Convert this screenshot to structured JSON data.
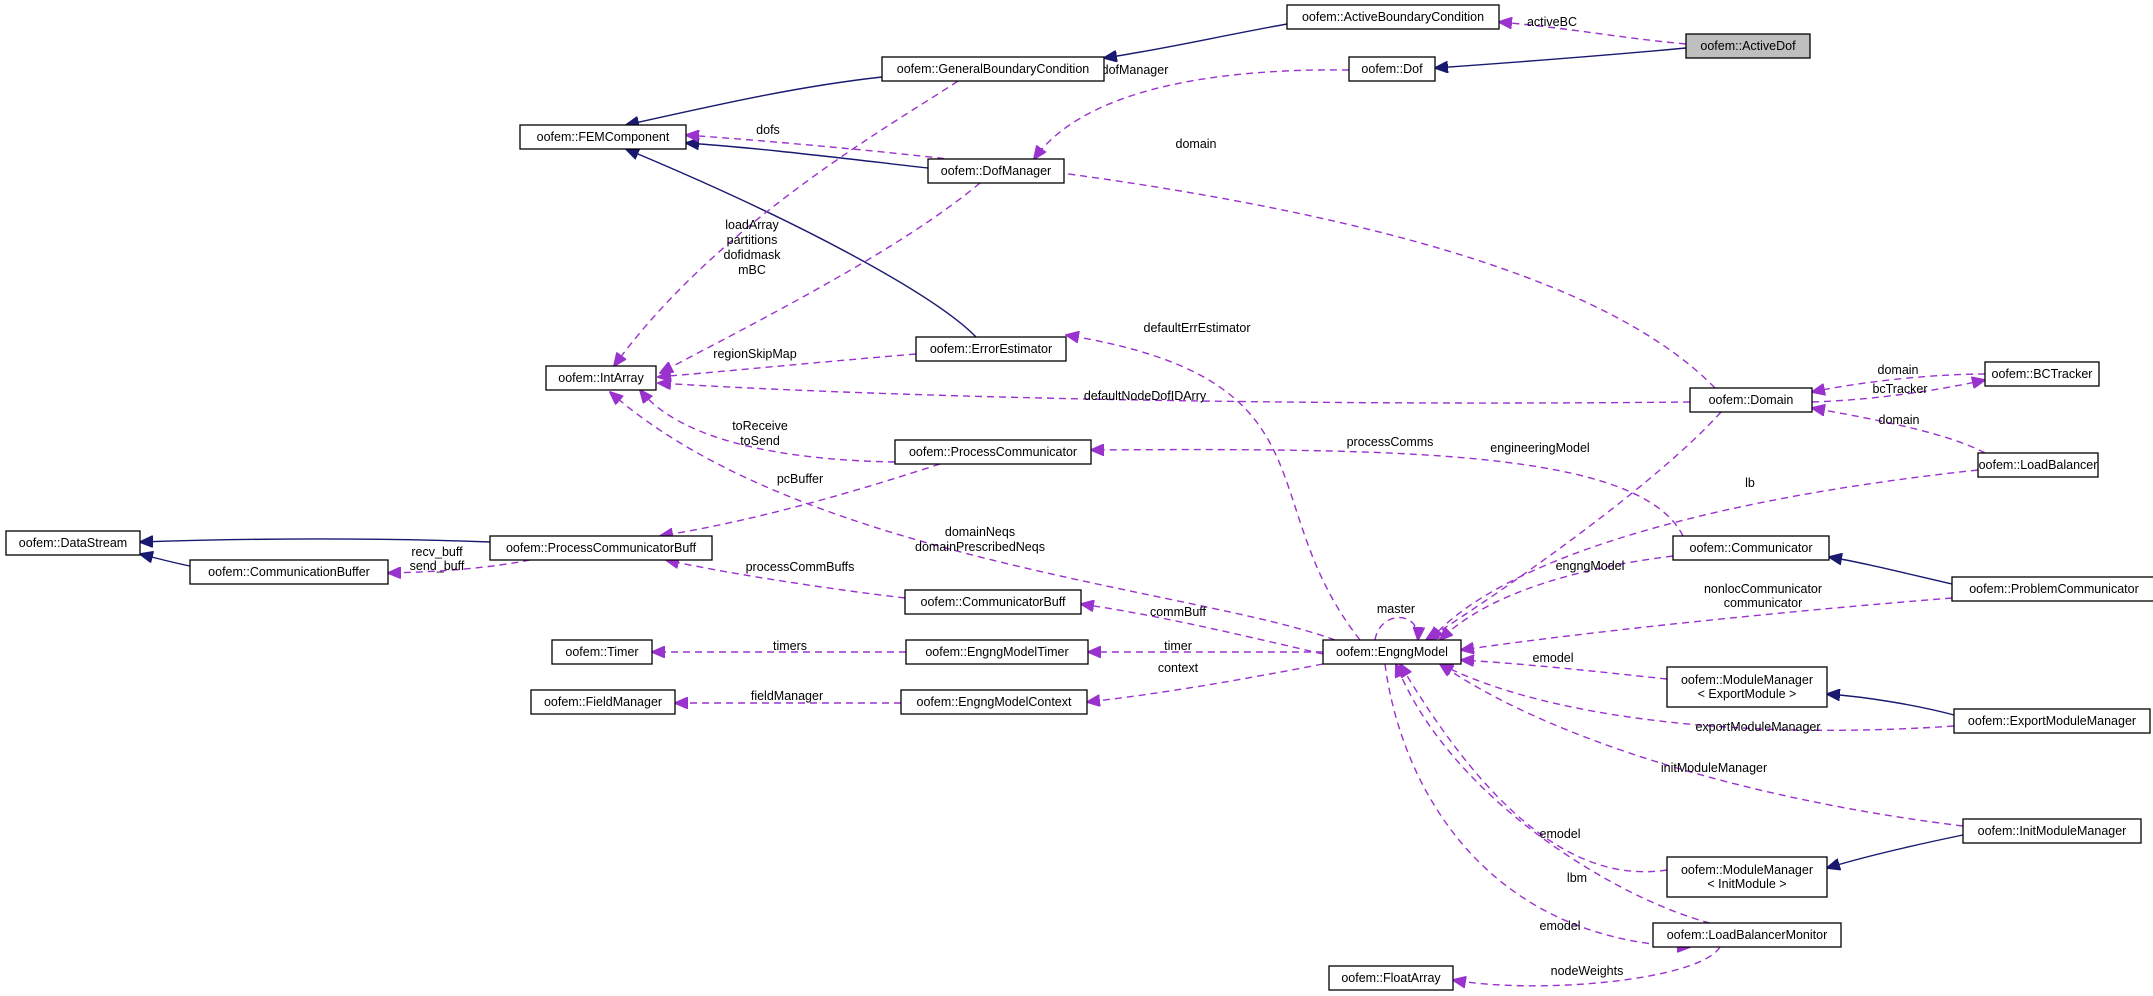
{
  "colors": {
    "inherit": "#191970",
    "use": "#9a32cd",
    "focus_fill": "#bfbfbf"
  },
  "nodes": [
    {
      "id": "activeDof",
      "label": "oofem::ActiveDof",
      "focus": true
    },
    {
      "id": "abc",
      "label": "oofem::ActiveBoundaryCondition"
    },
    {
      "id": "dof",
      "label": "oofem::Dof"
    },
    {
      "id": "gbc",
      "label": "oofem::GeneralBoundaryCondition"
    },
    {
      "id": "fem",
      "label": "oofem::FEMComponent"
    },
    {
      "id": "dofman",
      "label": "oofem::DofManager"
    },
    {
      "id": "errest",
      "label": "oofem::ErrorEstimator"
    },
    {
      "id": "intarr",
      "label": "oofem::IntArray"
    },
    {
      "id": "domain",
      "label": "oofem::Domain"
    },
    {
      "id": "bct",
      "label": "oofem::BCTracker"
    },
    {
      "id": "lb",
      "label": "oofem::LoadBalancer"
    },
    {
      "id": "pc",
      "label": "oofem::ProcessCommunicator"
    },
    {
      "id": "comm",
      "label": "oofem::Communicator"
    },
    {
      "id": "pcomm",
      "label": "oofem::ProblemCommunicator"
    },
    {
      "id": "ds",
      "label": "oofem::DataStream"
    },
    {
      "id": "pcb",
      "label": "oofem::ProcessCommunicatorBuff"
    },
    {
      "id": "cb",
      "label": "oofem::CommunicationBuffer"
    },
    {
      "id": "commbuff",
      "label": "oofem::CommunicatorBuff"
    },
    {
      "id": "timer",
      "label": "oofem::Timer"
    },
    {
      "id": "emt",
      "label": "oofem::EngngModelTimer"
    },
    {
      "id": "em",
      "label": "oofem::EngngModel"
    },
    {
      "id": "fm",
      "label": "oofem::FieldManager"
    },
    {
      "id": "emc",
      "label": "oofem::EngngModelContext"
    },
    {
      "id": "mmexp",
      "label": "oofem::ModuleManager\n< ExportModule >"
    },
    {
      "id": "emm",
      "label": "oofem::ExportModuleManager"
    },
    {
      "id": "imm",
      "label": "oofem::InitModuleManager"
    },
    {
      "id": "mminit",
      "label": "oofem::ModuleManager\n< InitModule >"
    },
    {
      "id": "lbm",
      "label": "oofem::LoadBalancerMonitor"
    },
    {
      "id": "fa",
      "label": "oofem::FloatArray"
    }
  ],
  "edges": [
    {
      "id": "e_dof_ad",
      "type": "inherit"
    },
    {
      "id": "e_abc_ad",
      "type": "use",
      "label": "activeBC"
    },
    {
      "id": "e_gbc_abc",
      "type": "inherit"
    },
    {
      "id": "e_fem_gbc",
      "type": "inherit"
    },
    {
      "id": "e_fem_dm",
      "type": "inherit"
    },
    {
      "id": "e_fem_ee",
      "type": "inherit"
    },
    {
      "id": "e_dm_dof",
      "type": "use",
      "label": "dofManager"
    },
    {
      "id": "e_ia_gbc",
      "type": "use",
      "label": "dofs"
    },
    {
      "id": "e_ia_dm",
      "type": "use",
      "label": "loadArray\npartitions\ndofidmask\nmBC"
    },
    {
      "id": "e_ia_ee",
      "type": "use",
      "label": "regionSkipMap"
    },
    {
      "id": "e_ia_dom",
      "type": "use",
      "label": "defaultNodeDofIDArry"
    },
    {
      "id": "e_ia_pc",
      "type": "use",
      "label": "toReceive\ntoSend"
    },
    {
      "id": "e_ia_em",
      "type": "use",
      "label": "domainNeqs\ndomainPrescribedNeqs"
    },
    {
      "id": "e_dom_fem",
      "type": "use",
      "label": "domain"
    },
    {
      "id": "e_dom_bct",
      "type": "use",
      "label": "domain"
    },
    {
      "id": "e_bct_dom",
      "type": "use",
      "label": "bcTracker"
    },
    {
      "id": "e_dom_lb",
      "type": "use",
      "label": "domain"
    },
    {
      "id": "e_ee_em",
      "type": "use",
      "label": "defaultErrEstimator"
    },
    {
      "id": "e_pc_comm",
      "type": "use",
      "label": "processComms"
    },
    {
      "id": "e_pcb_pc",
      "type": "use",
      "label": "pcBuffer"
    },
    {
      "id": "e_ds_pcb",
      "type": "inherit"
    },
    {
      "id": "e_ds_cb",
      "type": "inherit"
    },
    {
      "id": "e_cb_pcb",
      "type": "use",
      "label": "recv_buff\nsend_buff"
    },
    {
      "id": "e_pcb_cbuf",
      "type": "use",
      "label": "processCommBuffs"
    },
    {
      "id": "e_comm_pcomm",
      "type": "inherit"
    },
    {
      "id": "e_em_dom",
      "type": "use",
      "label": "engineeringModel"
    },
    {
      "id": "e_lb_em",
      "type": "use",
      "label": "lb"
    },
    {
      "id": "e_em_comm",
      "type": "use",
      "label": "engngModel"
    },
    {
      "id": "e_pcomm_em",
      "type": "use",
      "label": "nonlocCommunicator\ncommunicator"
    },
    {
      "id": "e_cbuf_em",
      "type": "use",
      "label": "commBuff"
    },
    {
      "id": "e_emt_em",
      "type": "use",
      "label": "timer"
    },
    {
      "id": "e_timer_emt",
      "type": "use",
      "label": "timers"
    },
    {
      "id": "e_emc_em",
      "type": "use",
      "label": "context"
    },
    {
      "id": "e_fm_emc",
      "type": "use",
      "label": "fieldManager"
    },
    {
      "id": "e_em_em",
      "type": "use",
      "label": "master"
    },
    {
      "id": "e_em_mmexp",
      "type": "use",
      "label": "emodel"
    },
    {
      "id": "e_mmexp_emm",
      "type": "inherit"
    },
    {
      "id": "e_emm_em",
      "type": "use",
      "label": "exportModuleManager"
    },
    {
      "id": "e_imm_em",
      "type": "use",
      "label": "initModuleManager"
    },
    {
      "id": "e_mminit_imm",
      "type": "inherit"
    },
    {
      "id": "e_em_mminit",
      "type": "use",
      "label": "emodel"
    },
    {
      "id": "e_lbm_em",
      "type": "use",
      "label": "lbm"
    },
    {
      "id": "e_em_lbm",
      "type": "use",
      "label": "emodel"
    },
    {
      "id": "e_fa_lbm",
      "type": "use",
      "label": "nodeWeights"
    }
  ]
}
